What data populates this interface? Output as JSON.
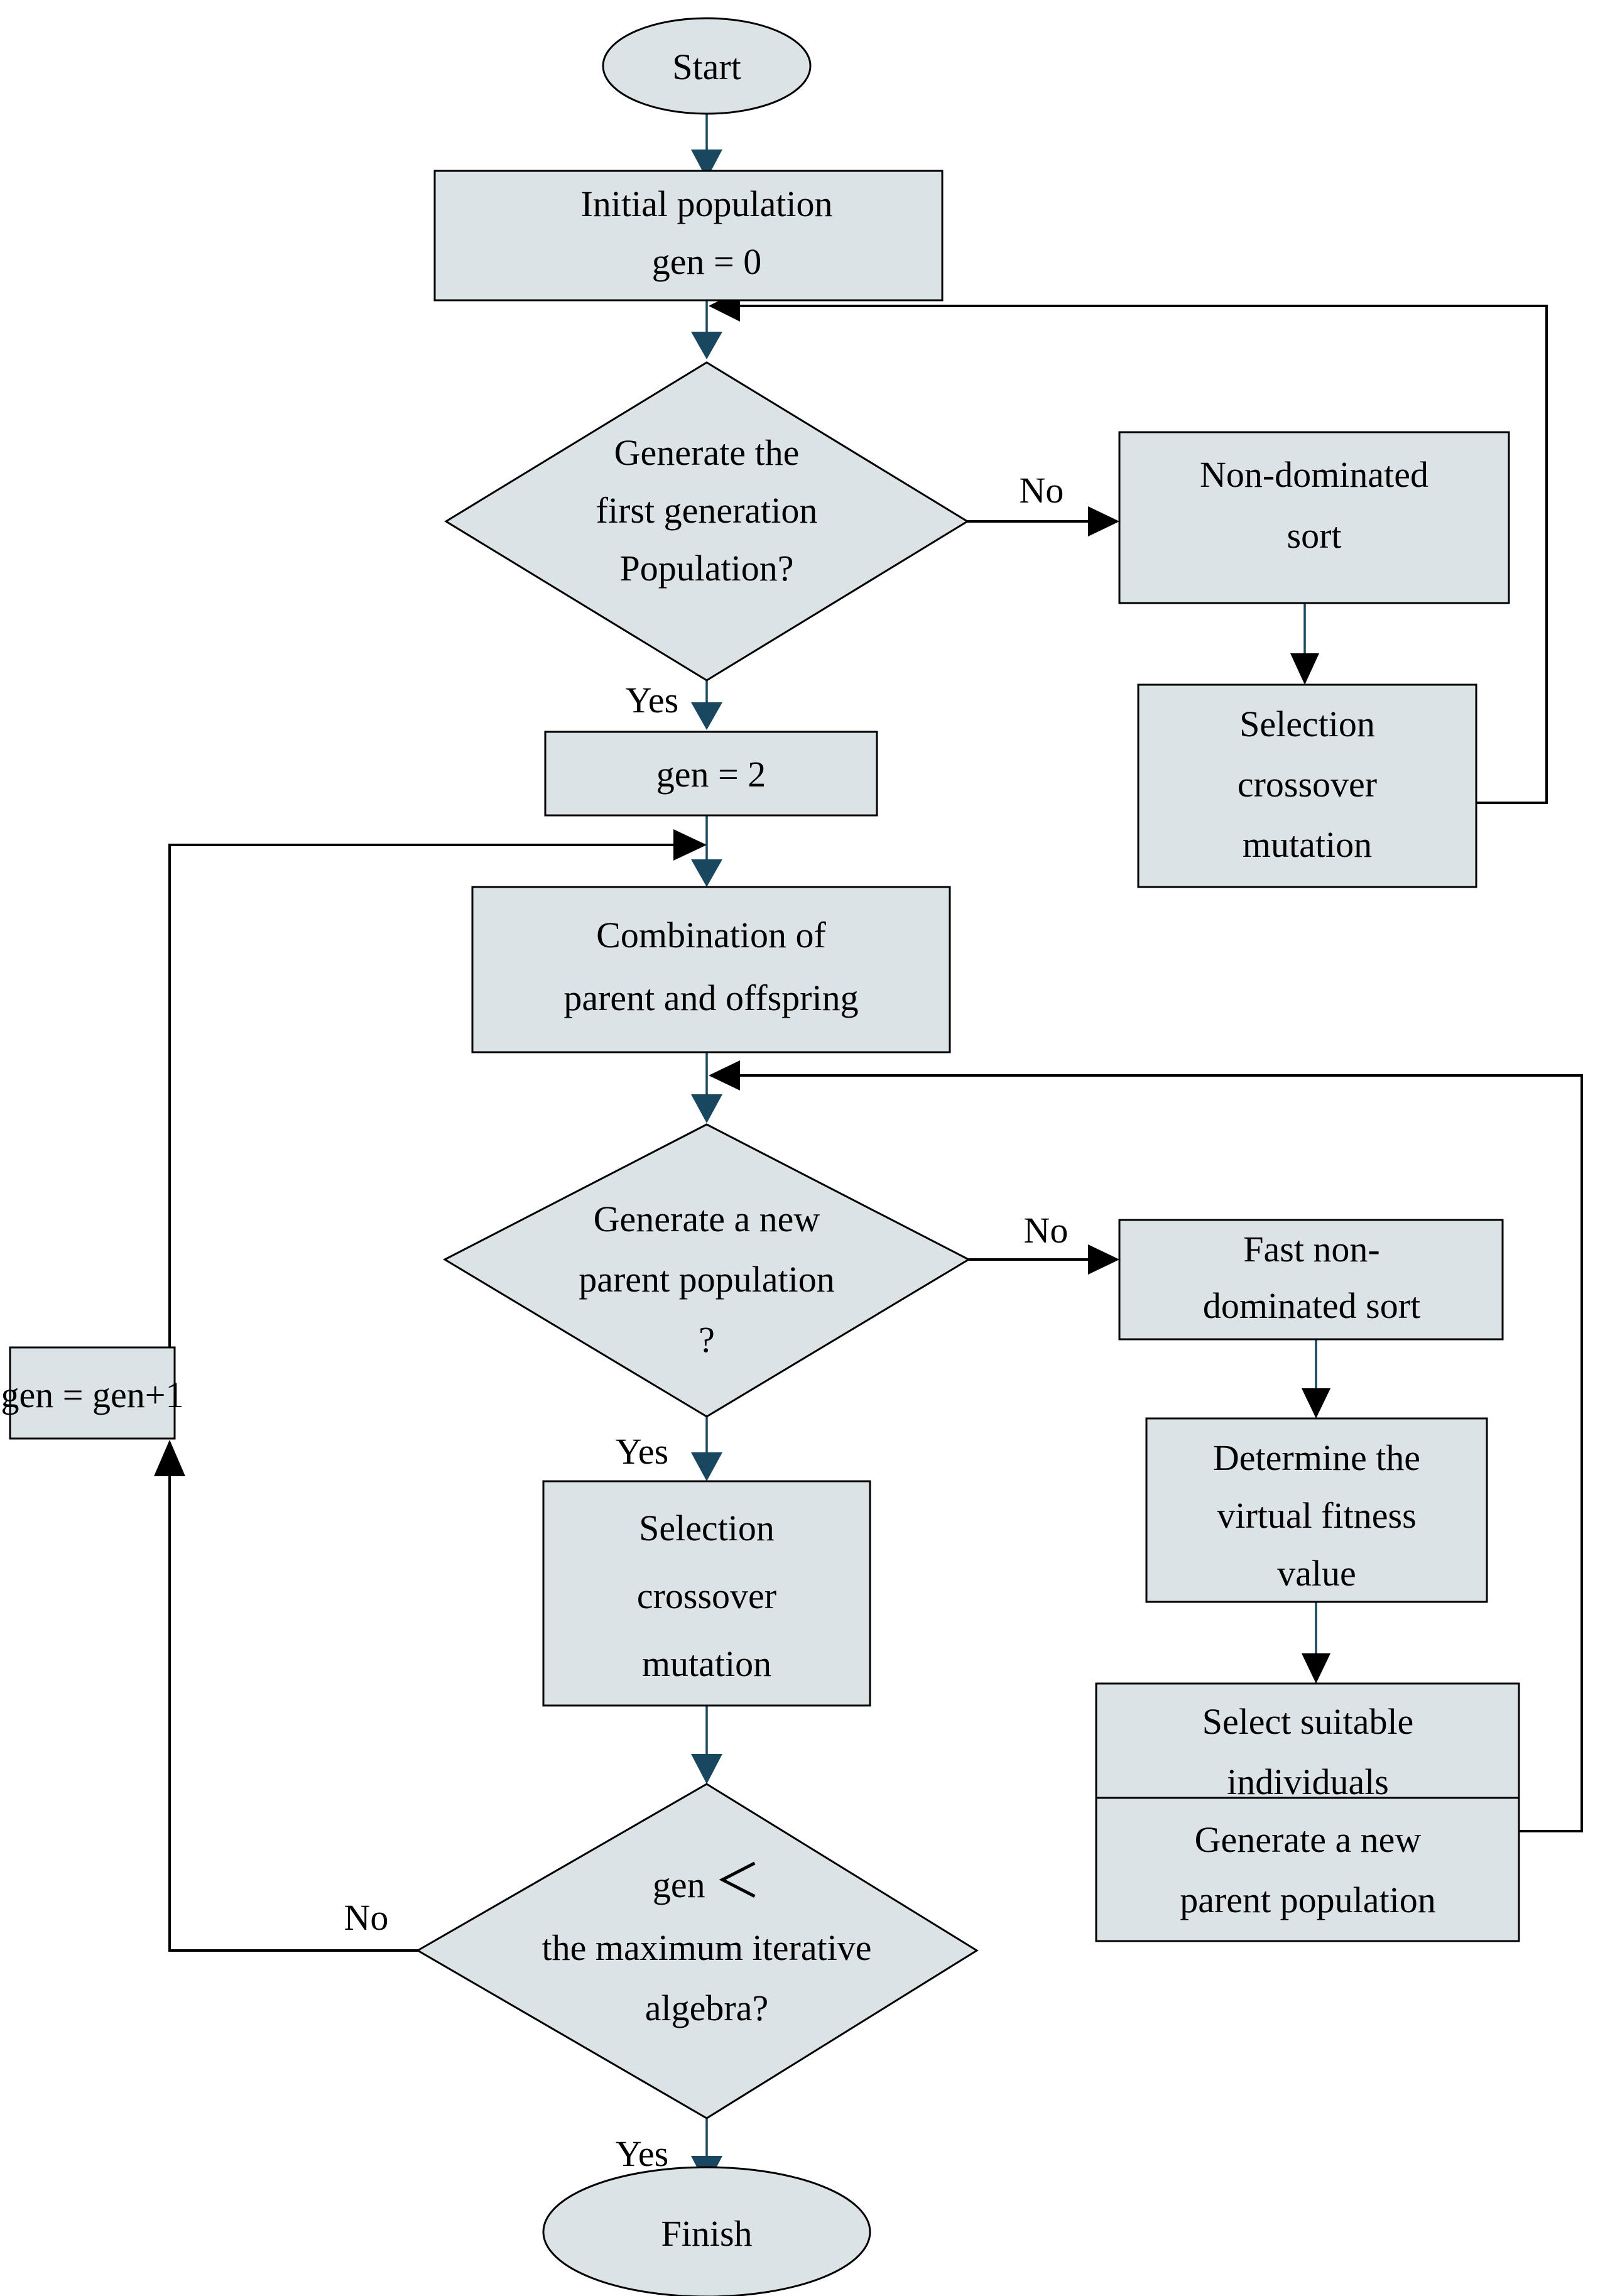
{
  "diagram": {
    "type": "flowchart",
    "title": "NSGA-II genetic algorithm flowchart",
    "palette": {
      "shape_fill": "#dce3e6",
      "shape_stroke": "#000000",
      "connector_dark": "#18475f",
      "connector_black": "#000000",
      "background": "#ffffff"
    },
    "nodes": [
      {
        "id": "start",
        "shape": "ellipse",
        "lines": [
          "Start"
        ]
      },
      {
        "id": "init",
        "shape": "rectangle",
        "lines": [
          "Initial population",
          "gen = 0"
        ]
      },
      {
        "id": "d1",
        "shape": "diamond",
        "lines": [
          "Generate the",
          "first generation",
          "Population?"
        ]
      },
      {
        "id": "nds",
        "shape": "rectangle",
        "lines": [
          "Non-dominated",
          "sort"
        ]
      },
      {
        "id": "scm1",
        "shape": "rectangle",
        "lines": [
          "Selection",
          "crossover",
          "mutation"
        ]
      },
      {
        "id": "gen2",
        "shape": "rectangle",
        "lines": [
          "gen = 2"
        ]
      },
      {
        "id": "combo",
        "shape": "rectangle",
        "lines": [
          "Combination of",
          "parent and offspring"
        ]
      },
      {
        "id": "d2",
        "shape": "diamond",
        "lines": [
          "Generate a new",
          "parent population",
          "?"
        ]
      },
      {
        "id": "fnds",
        "shape": "rectangle",
        "lines": [
          "Fast non-",
          "dominated sort"
        ]
      },
      {
        "id": "fitness",
        "shape": "rectangle",
        "lines": [
          "Determine the",
          "virtual fitness",
          "value"
        ]
      },
      {
        "id": "selectsuit",
        "shape": "rectangle",
        "lines": [
          "Select suitable",
          "individuals"
        ]
      },
      {
        "id": "genparent",
        "shape": "rectangle",
        "lines": [
          "Generate a new",
          "parent population"
        ]
      },
      {
        "id": "geninc",
        "shape": "rectangle",
        "lines": [
          "gen = gen+1"
        ]
      },
      {
        "id": "scm2",
        "shape": "rectangle",
        "lines": [
          "Selection",
          "crossover",
          "mutation"
        ]
      },
      {
        "id": "d3",
        "shape": "diamond",
        "lines": [
          "gen ＜",
          "the maximum iterative",
          "algebra?"
        ]
      },
      {
        "id": "finish",
        "shape": "ellipse",
        "lines": [
          "Finish"
        ]
      }
    ],
    "edge_labels": {
      "d1_no": "No",
      "d1_yes": "Yes",
      "d2_no": "No",
      "d2_yes": "Yes",
      "d3_no": "No",
      "d3_yes": "Yes"
    },
    "edges": [
      {
        "from": "start",
        "to": "init",
        "label": ""
      },
      {
        "from": "init",
        "to": "d1",
        "label": ""
      },
      {
        "from": "d1",
        "to": "nds",
        "label": "No"
      },
      {
        "from": "d1",
        "to": "gen2",
        "label": "Yes"
      },
      {
        "from": "nds",
        "to": "scm1",
        "label": ""
      },
      {
        "from": "scm1",
        "to": "d1",
        "label": ""
      },
      {
        "from": "gen2",
        "to": "combo",
        "label": ""
      },
      {
        "from": "combo",
        "to": "d2",
        "label": ""
      },
      {
        "from": "d2",
        "to": "fnds",
        "label": "No"
      },
      {
        "from": "d2",
        "to": "scm2",
        "label": "Yes"
      },
      {
        "from": "fnds",
        "to": "fitness",
        "label": ""
      },
      {
        "from": "fitness",
        "to": "selectsuit",
        "label": ""
      },
      {
        "from": "genparent",
        "to": "d2",
        "label": ""
      },
      {
        "from": "scm2",
        "to": "d3",
        "label": ""
      },
      {
        "from": "d3",
        "to": "geninc",
        "label": "No"
      },
      {
        "from": "geninc",
        "to": "combo",
        "label": ""
      },
      {
        "from": "d3",
        "to": "finish",
        "label": "Yes"
      }
    ]
  },
  "labels": {
    "start": "Start",
    "init_l1": "Initial population",
    "init_l2": "gen = 0",
    "d1_l1": "Generate the",
    "d1_l2": "first generation",
    "d1_l3": "Population?",
    "nds_l1": "Non-dominated",
    "nds_l2": "sort",
    "scm1_l1": "Selection",
    "scm1_l2": "crossover",
    "scm1_l3": "mutation",
    "gen2": "gen = 2",
    "combo_l1": "Combination of",
    "combo_l2": "parent and offspring",
    "d2_l1": "Generate a new",
    "d2_l2": "parent population",
    "d2_l3": "?",
    "fnds_l1": "Fast non-",
    "fnds_l2": "dominated sort",
    "fit_l1": "Determine the",
    "fit_l2": "virtual fitness",
    "fit_l3": "value",
    "sel_l1": "Select suitable",
    "sel_l2": "individuals",
    "gp_l1": "Generate a new",
    "gp_l2": "parent population",
    "geninc": "gen = gen+1",
    "scm2_l1": "Selection",
    "scm2_l2": "crossover",
    "scm2_l3": "mutation",
    "d3_l1a": "gen ",
    "d3_l1b": "＜",
    "d3_l2": "the maximum iterative",
    "d3_l3": "algebra?",
    "finish": "Finish",
    "no1": "No",
    "yes1": "Yes",
    "no2": "No",
    "yes2": "Yes",
    "no3": "No",
    "yes3": "Yes"
  }
}
